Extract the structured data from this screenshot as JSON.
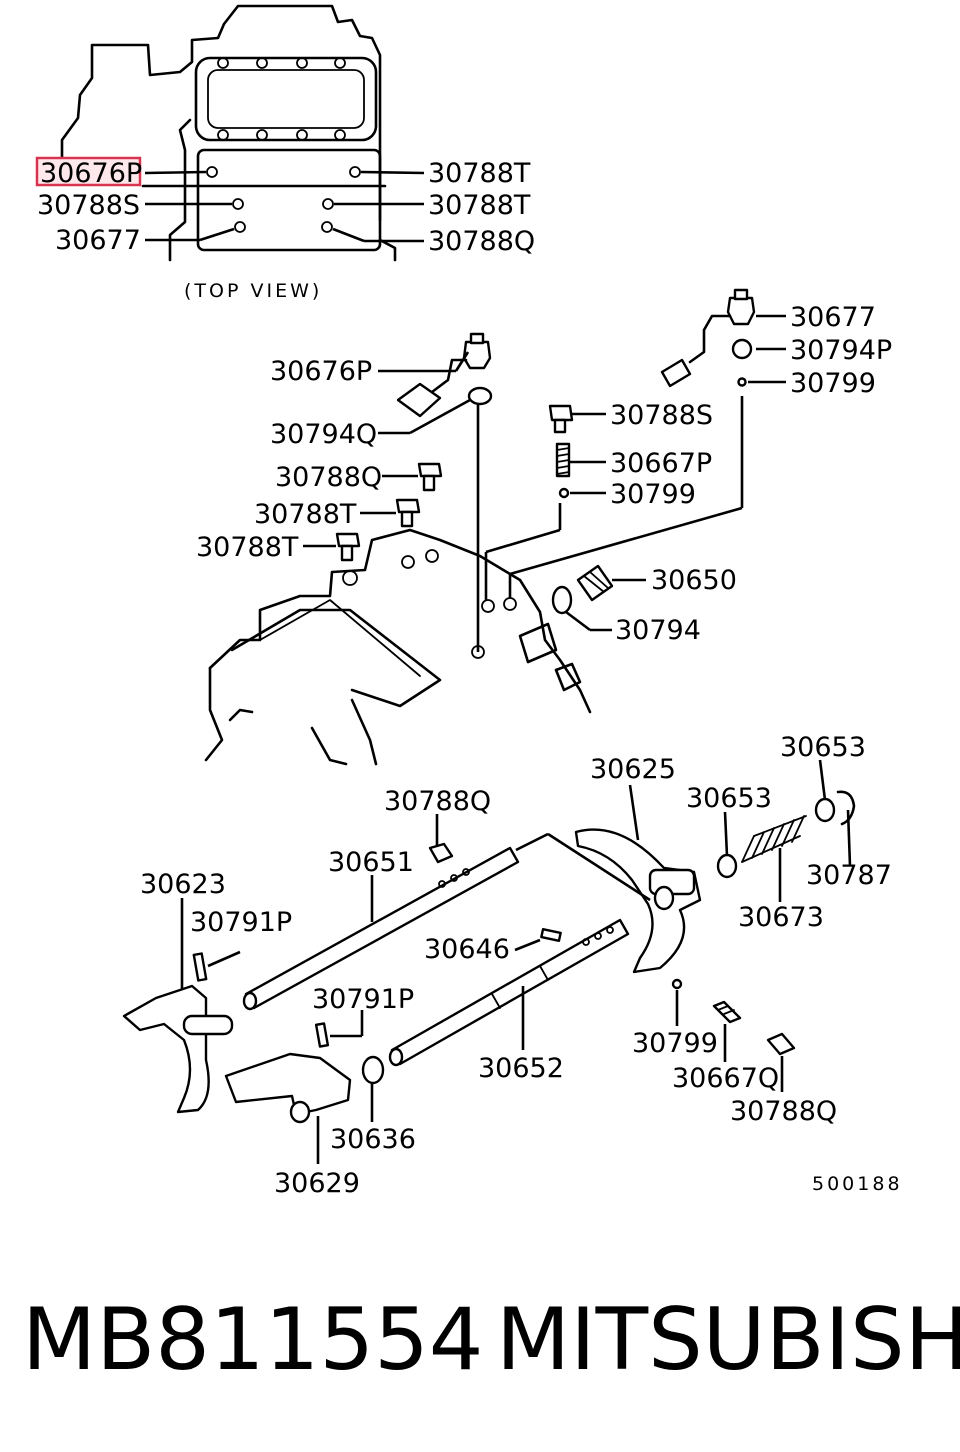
{
  "diagram": {
    "view_label": "(TOP  VIEW)",
    "figure_code": "500188",
    "highlighted_label": "30676P",
    "labels": {
      "top_30676P": "30676P",
      "top_30788S": "30788S",
      "top_30677": "30677",
      "top_30788T_1": "30788T",
      "top_30788T_2": "30788T",
      "top_30788Q": "30788Q",
      "r_30677": "30677",
      "r_30794P": "30794P",
      "r_30799": "30799",
      "m_30676P": "30676P",
      "m_30794Q": "30794Q",
      "m_30788S": "30788S",
      "m_30667P": "30667P",
      "m_30799": "30799",
      "m_30788Q": "30788Q",
      "m_30788T_1": "30788T",
      "m_30788T_2": "30788T",
      "m_30650": "30650",
      "m_30794": "30794",
      "b_30625": "30625",
      "b_30653_1": "30653",
      "b_30653_2": "30653",
      "b_30788Q_1": "30788Q",
      "b_30651": "30651",
      "b_30623": "30623",
      "b_30791P_1": "30791P",
      "b_30791P_2": "30791P",
      "b_30646": "30646",
      "b_30787": "30787",
      "b_30673": "30673",
      "b_30799": "30799",
      "b_30667Q": "30667Q",
      "b_30788Q_2": "30788Q",
      "b_30652": "30652",
      "b_30636": "30636",
      "b_30629": "30629"
    }
  },
  "footer": {
    "part_number": "MB811554",
    "brand": "MITSUBISHI"
  }
}
